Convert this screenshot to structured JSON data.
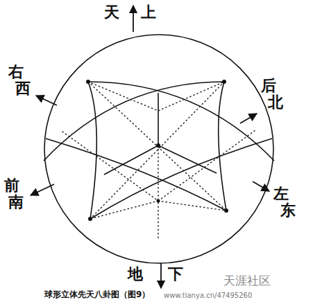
{
  "diagram": {
    "caption": "球形立体先天八卦图（图9）",
    "labels": [
      "天",
      "上",
      "右",
      "西",
      "后",
      "北",
      "前",
      "南",
      "左",
      "东",
      "地",
      "下",
      "天涯社区",
      "www.tianya.cn/47495260"
    ]
  }
}
